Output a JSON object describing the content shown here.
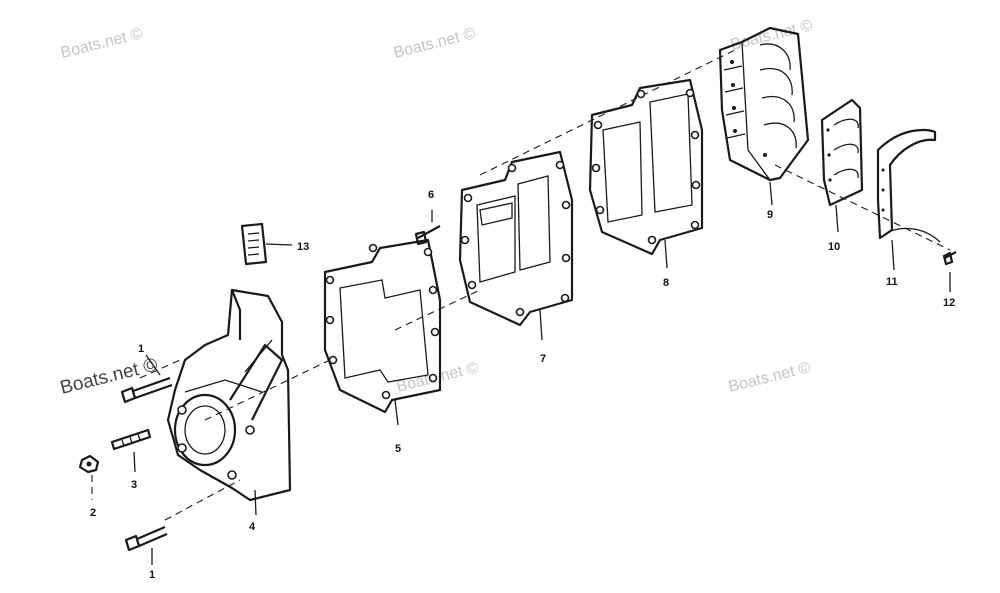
{
  "watermark": "Boats.net ©",
  "callouts": {
    "c1a": "1",
    "c1b": "1",
    "c2": "2",
    "c3": "3",
    "c4": "4",
    "c5": "5",
    "c6": "6",
    "c7": "7",
    "c8": "8",
    "c9": "9",
    "c10": "10",
    "c11": "11",
    "c12": "12",
    "c13": "13"
  }
}
